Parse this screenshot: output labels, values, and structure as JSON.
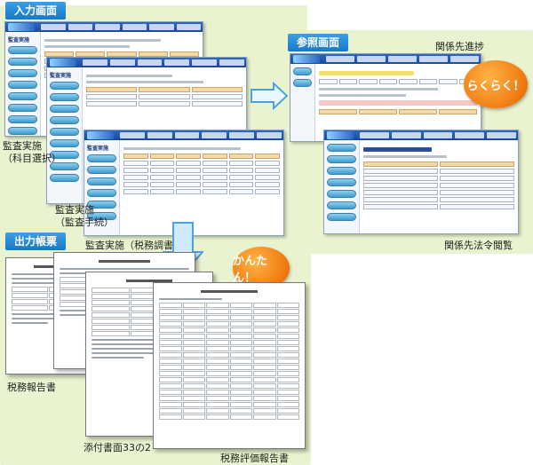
{
  "sections": {
    "input": "入力画面",
    "reference": "参照画面",
    "output": "出力帳票"
  },
  "captions": {
    "audit_account_line1": "監査実施",
    "audit_account_line2": "（科目選択）",
    "audit_procedure_line1": "監査実施",
    "audit_procedure_line2": "（監査手続）",
    "audit_tax": "監査実施（税務調書）",
    "client_progress": "関係先進捗",
    "client_law": "関係先法令閲覧",
    "tax_report": "税務報告書",
    "attachment": "添付書面33の2",
    "tax_evaluation": "税務評価報告書"
  },
  "badges": {
    "easy_raku": "らくらく！",
    "easy_kantan": "かんたん！"
  },
  "windows": {
    "sidebar_title": "監査実施"
  },
  "colors": {
    "panel_bg": "#e9f3cf",
    "section_label": "#1878c8",
    "badge_orange": "#f07a10",
    "window_bar": "#1a4aa0"
  },
  "icons": [
    "arrow-right-icon",
    "arrow-down-icon"
  ]
}
